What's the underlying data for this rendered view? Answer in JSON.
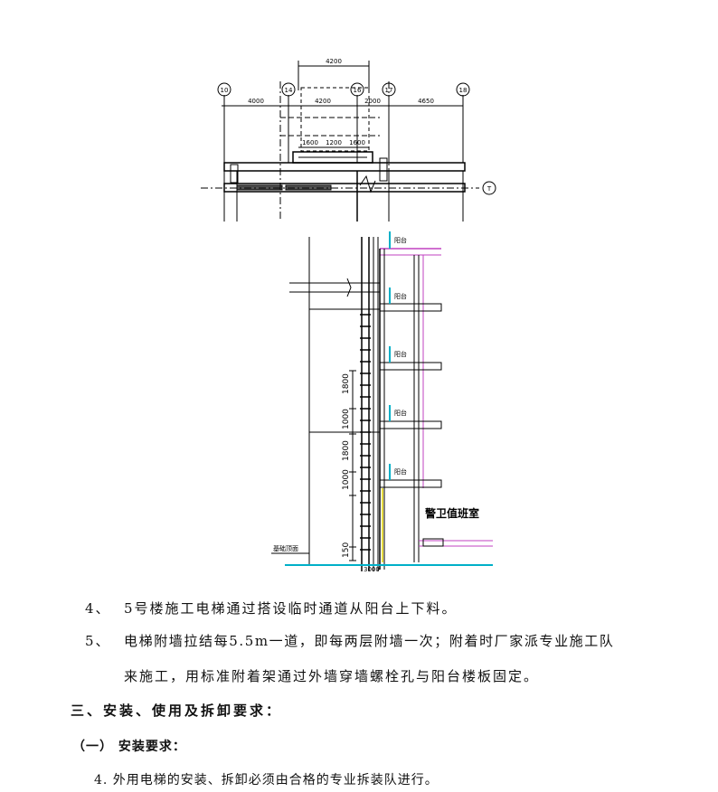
{
  "plan": {
    "grid_labels": [
      "10",
      "14",
      "16",
      "17",
      "18",
      "T"
    ],
    "dims_top": "4200",
    "dims_main": [
      "4000",
      "4200",
      "2000",
      "4650"
    ],
    "dims_sub": [
      "1600",
      "1200",
      "1600"
    ]
  },
  "elevation": {
    "balcony_label": "阳台",
    "guard_room": "警卫值班室",
    "foundation_label": "基础顶面",
    "dims_vertical": [
      "1800",
      "1000",
      "1800",
      "1000",
      "150"
    ],
    "bottom_dim": "3000"
  },
  "body": {
    "item4_num": "4、",
    "item4_text": "5号楼施工电梯通过搭设临时通道从阳台上下料。",
    "item5_num": "5、",
    "item5_text_1": "电梯附墙拉结每5.5m一道，即每两层附墙一次；附着时厂家派专业施工队",
    "item5_text_2": "来施工，用标准附着架通过外墙穿墙螺栓孔与阳台楼板固定。",
    "section3_title": "三、安装、使用及拆卸要求：",
    "sub1_title": "（一）  安装要求：",
    "req4": "4.  外用电梯的安装、拆卸必须由合格的专业拆装队进行。"
  }
}
